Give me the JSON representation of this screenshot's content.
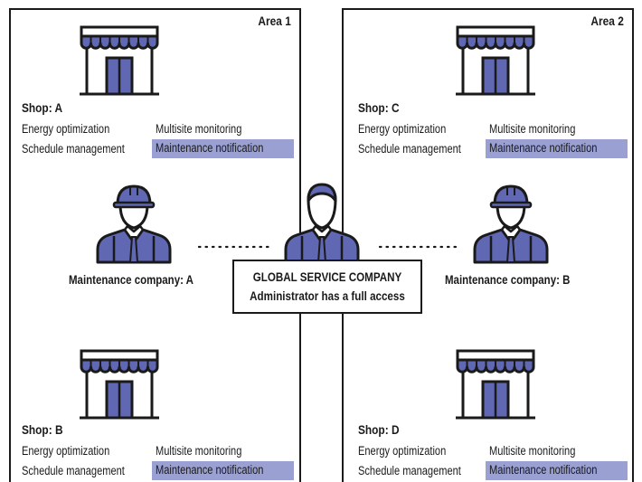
{
  "colors": {
    "accent": "#6068b4",
    "highlight": "#9aa0d2",
    "line": "#1a1a1a"
  },
  "areas": [
    {
      "label": "Area 1"
    },
    {
      "label": "Area 2"
    }
  ],
  "shops": [
    {
      "title": "Shop: A",
      "features": [
        "Energy optimization",
        "Multisite monitoring",
        "Schedule management",
        "Maintenance notification"
      ]
    },
    {
      "title": "Shop: C",
      "features": [
        "Energy optimization",
        "Multisite monitoring",
        "Schedule management",
        "Maintenance notification"
      ]
    },
    {
      "title": "Shop: B",
      "features": [
        "Energy optimization",
        "Multisite monitoring",
        "Schedule management",
        "Maintenance notification"
      ]
    },
    {
      "title": "Shop: D",
      "features": [
        "Energy optimization",
        "Multisite monitoring",
        "Schedule management",
        "Maintenance notification"
      ]
    }
  ],
  "companies": [
    {
      "label": "Maintenance company: A",
      "icon": "hardhat-worker-icon"
    },
    {
      "label": "Maintenance company: B",
      "icon": "hardhat-worker-icon"
    }
  ],
  "global": {
    "icon": "administrator-icon",
    "line1": "GLOBAL SERVICE COMPANY",
    "line2": "Administrator has a full access"
  }
}
